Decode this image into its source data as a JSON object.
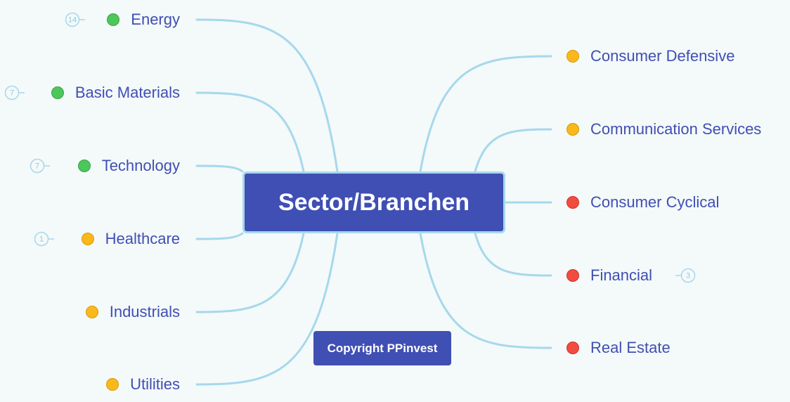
{
  "center": {
    "label": "Sector/Branchen"
  },
  "left_nodes": [
    {
      "label": "Energy",
      "status": "green",
      "collapsed_count": "14"
    },
    {
      "label": "Basic Materials",
      "status": "green",
      "collapsed_count": "7"
    },
    {
      "label": "Technology",
      "status": "green",
      "collapsed_count": "7"
    },
    {
      "label": "Healthcare",
      "status": "orange",
      "collapsed_count": "1"
    },
    {
      "label": "Industrials",
      "status": "orange",
      "collapsed_count": null
    },
    {
      "label": "Utilities",
      "status": "orange",
      "collapsed_count": null
    }
  ],
  "right_nodes": [
    {
      "label": "Consumer Defensive",
      "status": "orange",
      "collapsed_count": null
    },
    {
      "label": "Communication Services",
      "status": "orange",
      "collapsed_count": null
    },
    {
      "label": "Consumer Cyclical",
      "status": "red",
      "collapsed_count": null
    },
    {
      "label": "Financial",
      "status": "red",
      "collapsed_count": "3"
    },
    {
      "label": "Real Estate",
      "status": "red",
      "collapsed_count": null
    }
  ],
  "footer": {
    "copyright": "Copyright PPinvest"
  },
  "colors": {
    "primary": "#3f4fb3",
    "connector": "#a6d8ec",
    "green": "#4cc75a",
    "orange": "#fbb81a",
    "red": "#f24b40",
    "background": "#f4f9fa"
  }
}
